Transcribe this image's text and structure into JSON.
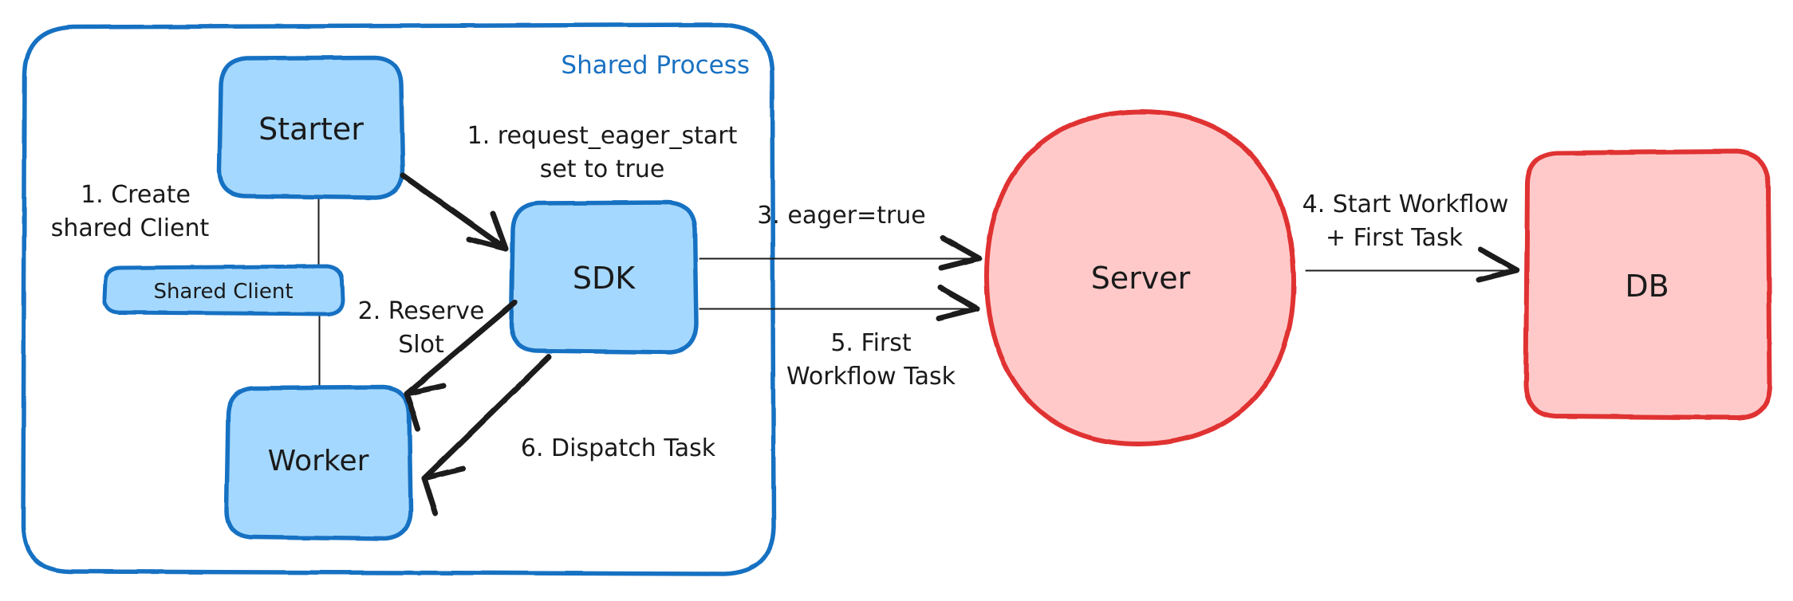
{
  "diagram": {
    "title_label": "Shared Process",
    "colors": {
      "blue_stroke": "#1971c2",
      "blue_fill": "#a5d8ff",
      "red_stroke": "#e03131",
      "red_fill": "#ffc9c9",
      "arrow_stroke": "#1a1a1a",
      "background": "#ffffff"
    },
    "nodes": [
      {
        "id": "shared-process",
        "label": "Shared Process",
        "shape": "rounded-rect",
        "style": "blue-outline"
      },
      {
        "id": "starter",
        "label": "Starter",
        "shape": "rounded-rect",
        "style": "blue-filled"
      },
      {
        "id": "shared-client",
        "label": "Shared Client",
        "shape": "rounded-rect",
        "style": "blue-filled"
      },
      {
        "id": "worker",
        "label": "Worker",
        "shape": "rounded-rect",
        "style": "blue-filled"
      },
      {
        "id": "sdk",
        "label": "SDK",
        "shape": "rounded-rect",
        "style": "blue-filled"
      },
      {
        "id": "server",
        "label": "Server",
        "shape": "ellipse",
        "style": "red-filled"
      },
      {
        "id": "db",
        "label": "DB",
        "shape": "rounded-rect",
        "style": "red-filled"
      }
    ],
    "edges": [
      {
        "id": "create-shared-client",
        "label_line1": "1. Create",
        "label_line2": "shared Client",
        "from": "starter",
        "to": "worker"
      },
      {
        "id": "request-eager-start",
        "label_line1": "1. request_eager_start",
        "label_line2": "set to true",
        "from": "starter",
        "to": "sdk"
      },
      {
        "id": "reserve-slot",
        "label_line1": "2. Reserve",
        "label_line2": "Slot",
        "from": "sdk",
        "to": "worker"
      },
      {
        "id": "eager-true",
        "label_line1": "3. eager=true",
        "label_line2": "",
        "from": "sdk",
        "to": "server"
      },
      {
        "id": "start-workflow",
        "label_line1": "4. Start Workflow",
        "label_line2": "+ First Task",
        "from": "server",
        "to": "db"
      },
      {
        "id": "first-workflow-task",
        "label_line1": "5. First",
        "label_line2": "Workflow Task",
        "from": "sdk",
        "to": "server"
      },
      {
        "id": "dispatch-task",
        "label_line1": "6. Dispatch Task",
        "label_line2": "",
        "from": "sdk",
        "to": "worker"
      }
    ]
  }
}
